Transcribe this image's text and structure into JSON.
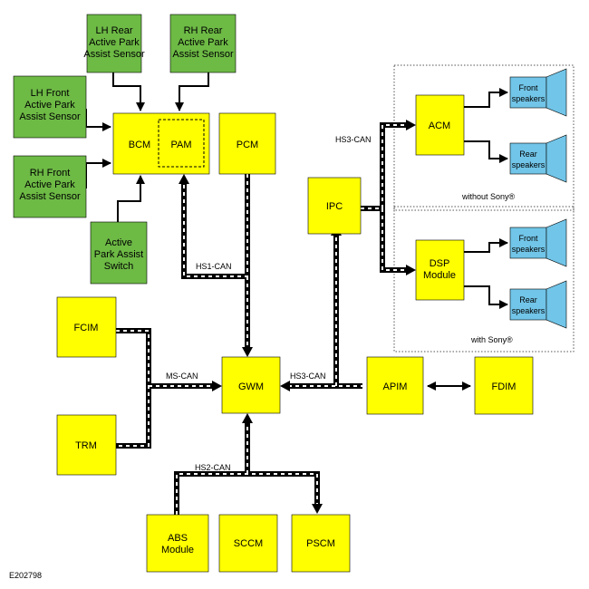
{
  "modules": {
    "lh_rear_sensor": [
      "LH Rear",
      "Active Park",
      "Assist Sensor"
    ],
    "rh_rear_sensor": [
      "RH Rear",
      "Active Park",
      "Assist Sensor"
    ],
    "lh_front_sensor": [
      "LH Front",
      "Active Park",
      "Assist Sensor"
    ],
    "rh_front_sensor": [
      "RH Front",
      "Active Park",
      "Assist Sensor"
    ],
    "park_assist_switch": [
      "Active",
      "Park Assist",
      "Switch"
    ],
    "bcm": "BCM",
    "pam": "PAM",
    "pcm": "PCM",
    "ipc": "IPC",
    "acm": "ACM",
    "dsp": [
      "DSP",
      "Module"
    ],
    "fcim": "FCIM",
    "trm": "TRM",
    "gwm": "GWM",
    "apim": "APIM",
    "fdim": "FDIM",
    "abs": [
      "ABS",
      "Module"
    ],
    "sccm": "SCCM",
    "pscm": "PSCM",
    "front_speakers": [
      "Front",
      "speakers"
    ],
    "rear_speakers": [
      "Rear",
      "speakers"
    ]
  },
  "buses": {
    "hs1": "HS1-CAN",
    "hs2": "HS2-CAN",
    "hs3_top": "HS3-CAN",
    "hs3_mid": "HS3-CAN",
    "ms": "MS-CAN"
  },
  "groups": {
    "without_sony": "without Sony®",
    "with_sony": "with Sony®"
  },
  "figure_id": "E202798",
  "colors": {
    "module_fill": "#ffff00",
    "sensor_fill": "#6dba45",
    "speaker_fill": "#71c5e8",
    "line": "#000000",
    "bus_dash": "#ffffff"
  }
}
